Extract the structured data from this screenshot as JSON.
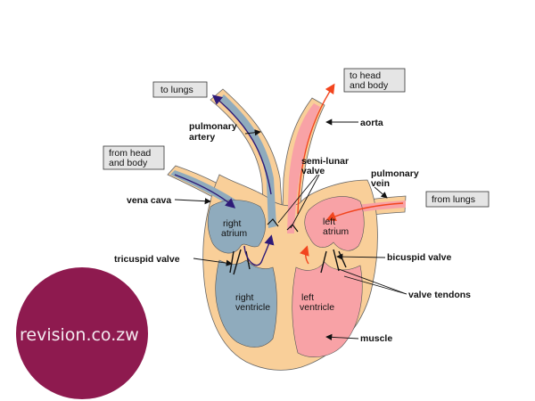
{
  "boxes": {
    "to_lungs": "to lungs",
    "to_head_1": "to head",
    "to_head_2": "and body",
    "from_head_1": "from head",
    "from_head_2": "and body",
    "from_lungs": "from lungs"
  },
  "labels": {
    "pulmonary_artery_1": "pulmonary",
    "pulmonary_artery_2": "artery",
    "aorta": "aorta",
    "semi_lunar_1": "semi-lunar",
    "semi_lunar_2": "valve",
    "pulmonary_vein_1": "pulmonary",
    "pulmonary_vein_2": "vein",
    "vena_cava": "vena cava",
    "tricuspid_valve": "tricuspid valve",
    "bicuspid_valve": "bicuspid valve",
    "valve_tendons": "valve tendons",
    "muscle": "muscle"
  },
  "chambers": {
    "right_atrium_1": "right",
    "right_atrium_2": "atrium",
    "left_atrium_1": "left",
    "left_atrium_2": "atrium",
    "right_ventricle_1": "right",
    "right_ventricle_2": "ventricle",
    "left_ventricle_1": "left",
    "left_ventricle_2": "ventricle"
  },
  "watermark": "revision.co.zw",
  "colors": {
    "muscle": "#f9cf99",
    "deoxygenated": "#8fabbd",
    "oxygenated": "#f8a2a6",
    "deoxy_arrow": "#2e1a78",
    "oxy_arrow": "#f2451e",
    "label_box": "#e5e5e5",
    "watermark_circle": "#8e1a4f"
  }
}
